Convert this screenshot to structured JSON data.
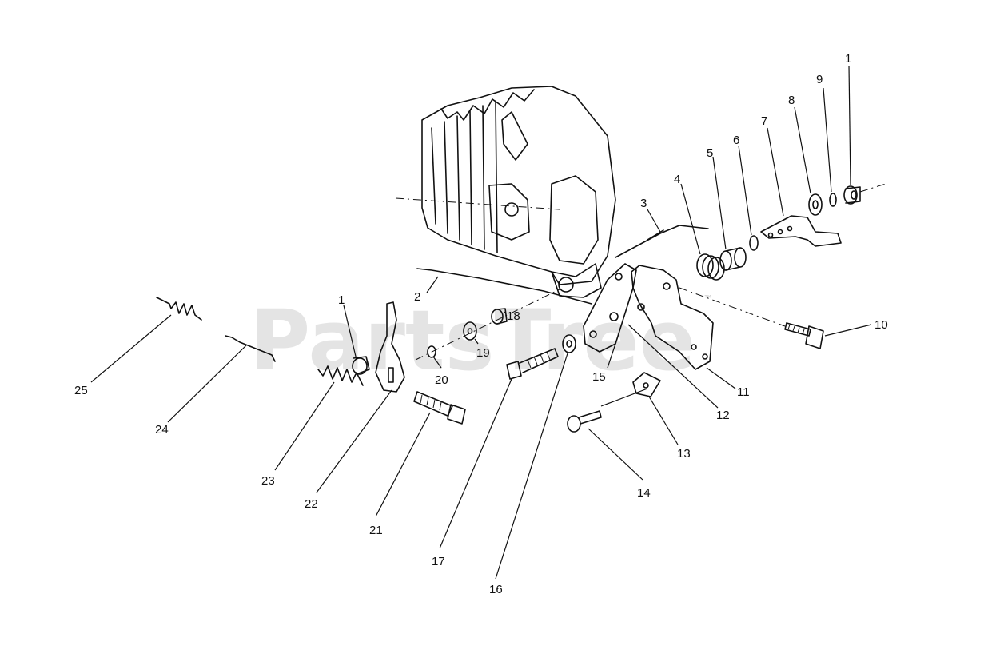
{
  "watermark": {
    "text": "PartsTree",
    "trademark": "™"
  },
  "callouts": [
    "1",
    "9",
    "8",
    "7",
    "6",
    "5",
    "4",
    "3",
    "2",
    "1",
    "10",
    "18",
    "19",
    "20",
    "15",
    "11",
    "12",
    "13",
    "14",
    "25",
    "24",
    "23",
    "22",
    "21",
    "17",
    "16"
  ]
}
